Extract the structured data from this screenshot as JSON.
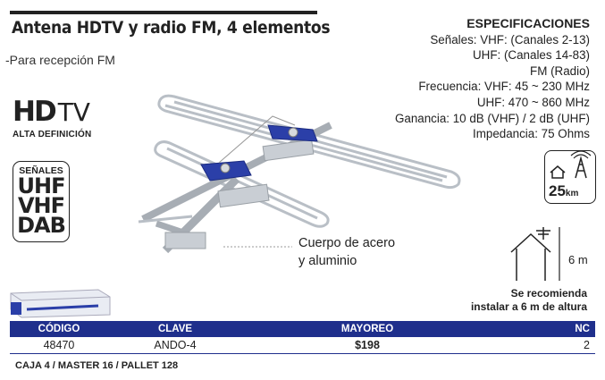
{
  "title": "Antena HDTV y radio FM, 4 elementos",
  "subtitle": "-Para recepción FM",
  "hd": {
    "logo_hd": "HD",
    "logo_tv": "TV",
    "caption": "ALTA DEFINICIÓN"
  },
  "signals": {
    "label": "SEÑALES",
    "items": [
      "UHF",
      "VHF",
      "DAB"
    ]
  },
  "specs": {
    "heading": "ESPECIFICACIONES",
    "lines": [
      "Señales: VHF: (Canales 2-13)",
      "UHF: (Canales 14-83)",
      "FM (Radio)",
      "Frecuencia: VHF: 45 ~ 230 MHz",
      "UHF: 470 ~ 860 MHz",
      "Ganancia: 10 dB (VHF) / 2 dB (UHF)",
      "Impedancia: 75 Ohms"
    ]
  },
  "material": {
    "line1": "Cuerpo de acero",
    "line2": "y aluminio"
  },
  "range": {
    "value": "25",
    "unit": "km"
  },
  "height": {
    "label": "6 m"
  },
  "recommendation": {
    "line1": "Se recomienda",
    "line2": "instalar a 6 m de altura"
  },
  "table": {
    "headers": [
      "CÓDIGO",
      "CLAVE",
      "MAYOREO",
      "NC"
    ],
    "row": [
      "48470",
      "ANDO-4",
      "$198",
      "2"
    ]
  },
  "footer": "CAJA 4 / MASTER 16 / PALLET 128",
  "colors": {
    "brand_blue": "#1f2f8c",
    "antenna_blue": "#2b3fa8",
    "text": "#222222"
  }
}
